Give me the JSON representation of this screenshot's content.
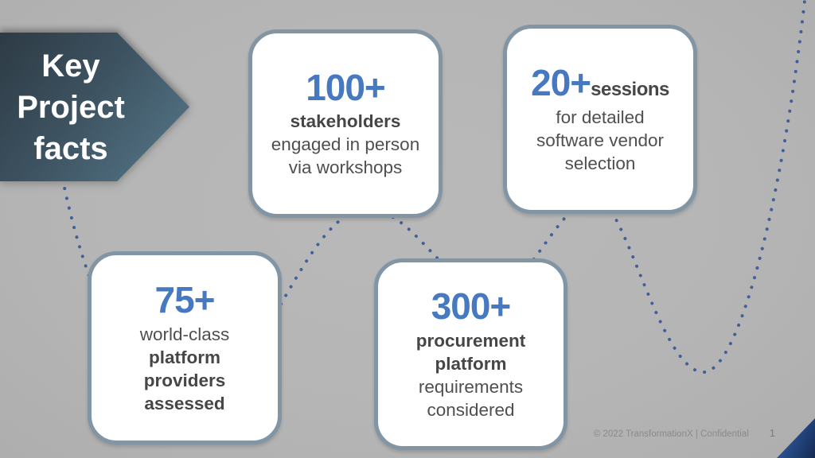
{
  "title": {
    "lines": [
      "Key",
      "Project",
      "facts"
    ]
  },
  "cards": [
    {
      "number": "100+",
      "lines": [
        {
          "text": "stakeholders",
          "bold": true
        },
        {
          "text": "engaged in person",
          "bold": false
        },
        {
          "text": "via workshops",
          "bold": false
        }
      ]
    },
    {
      "number": "20+",
      "suffix": "sessions",
      "lines": [
        {
          "text": "for detailed",
          "bold": false
        },
        {
          "text": "software vendor",
          "bold": false
        },
        {
          "text": "selection",
          "bold": false
        }
      ]
    },
    {
      "number": "75+",
      "lines": [
        {
          "text": "world-class",
          "bold": false
        },
        {
          "text": "platform",
          "bold": true
        },
        {
          "text": "providers",
          "bold": true
        },
        {
          "text": "assessed",
          "bold": true
        }
      ]
    },
    {
      "number": "300+",
      "lines": [
        {
          "text": "procurement",
          "bold": true
        },
        {
          "text": "platform",
          "bold": true
        },
        {
          "text": "requirements",
          "bold": false
        },
        {
          "text": "considered",
          "bold": false
        }
      ]
    }
  ],
  "footer": {
    "copyright": "© 2022 TransformationX | Confidential",
    "page_number": "1"
  },
  "colors": {
    "background": "#b5b5b5",
    "accent_blue": "#4679c0",
    "card_border": "#8195a5",
    "dotted_line": "#3b5c94",
    "arrow_gradient_dark": "#2d3b45",
    "arrow_gradient_light": "#557585",
    "body_text": "#4f4f4f",
    "footer_text": "#8a8a8a",
    "corner_triangle_dark": "#142a52",
    "corner_triangle_light": "#3a67b2"
  }
}
